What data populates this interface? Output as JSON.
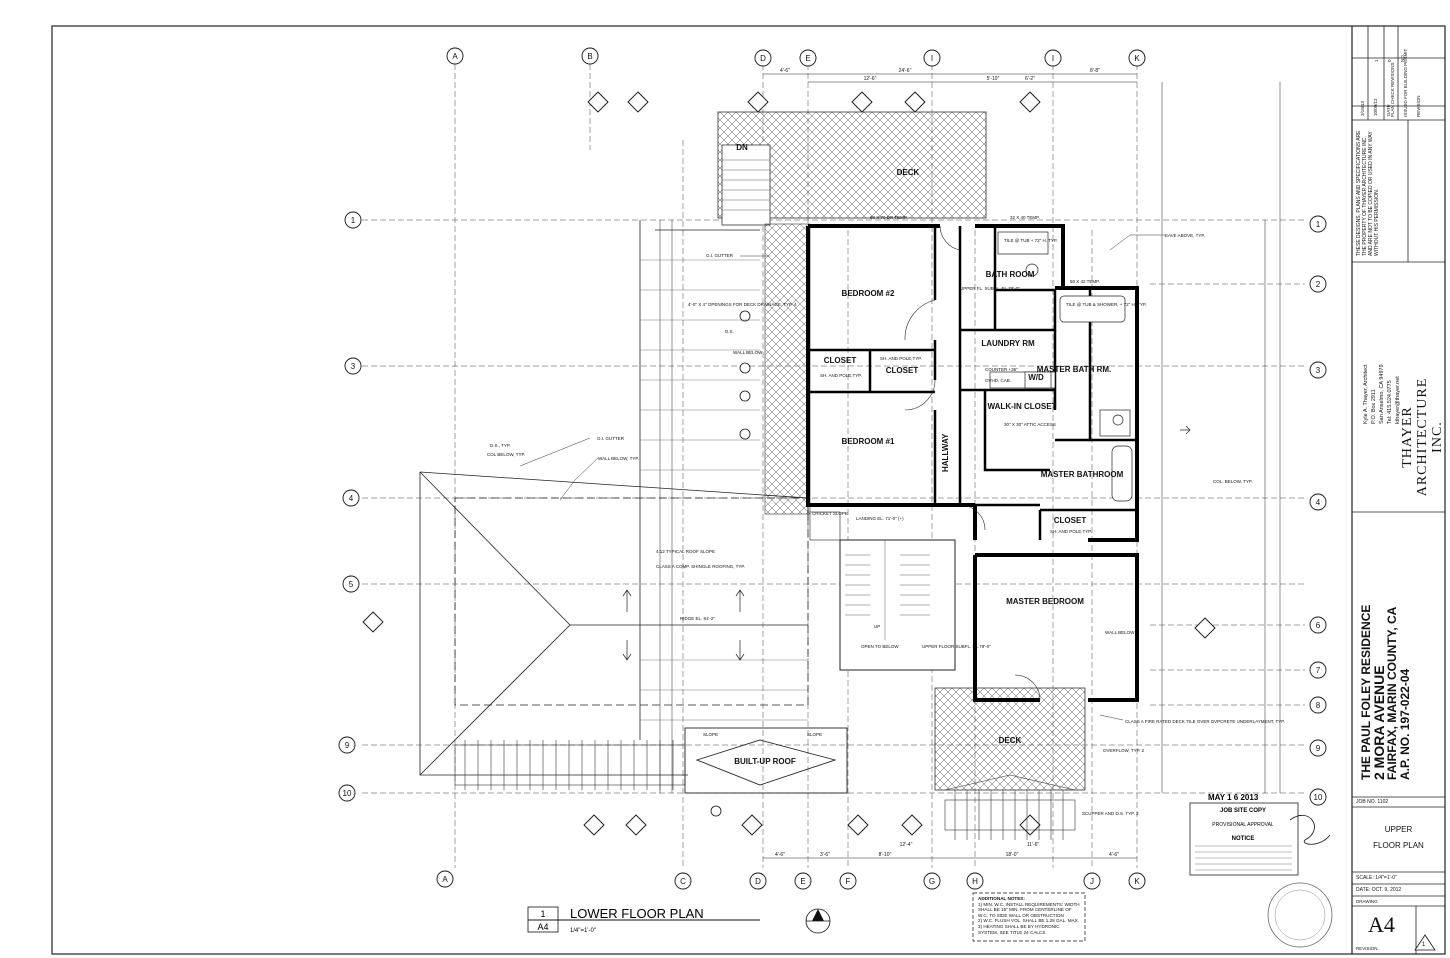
{
  "plan": {
    "grid_top": [
      "A",
      "B",
      "D",
      "E",
      "I",
      "I",
      "K"
    ],
    "grid_bottom": [
      "A",
      "C",
      "D",
      "E",
      "F",
      "G",
      "H",
      "J",
      "K"
    ],
    "grid_left": [
      "1",
      "3",
      "4",
      "5",
      "9",
      "10"
    ],
    "grid_right": [
      "1",
      "2",
      "3",
      "4",
      "6",
      "7",
      "8",
      "9",
      "10"
    ],
    "rooms": {
      "deck_top": "DECK",
      "dn": "DN",
      "bedroom2": "BEDROOM #2",
      "bedroom1": "BEDROOM #1",
      "closet_a": "CLOSET",
      "closet_b": "CLOSET",
      "hallway": "HALLWAY",
      "bath": "BATH ROOM",
      "laundry": "LAUNDRY RM",
      "master_bath_rm": "MASTER BATH RM.",
      "walk_in": "WALK-IN CLOSET",
      "master_bathroom": "MASTER BATHROOM",
      "closet_c": "CLOSET",
      "master_bedroom": "MASTER BEDROOM",
      "deck_bottom": "DECK",
      "built_up_roof": "BUILT-UP ROOF",
      "wd": "W/D"
    },
    "notes": {
      "gi_gutter1": "G.I. GUTTER",
      "openings": "4'-0\" X 4\" OPENINGS FOR DECK DRAINAGE, TYP. 4",
      "ds": "D.S.",
      "wall_below": "WALL BELOW",
      "ds_typ": "D.S., TYP.",
      "col_below": "COL BELOW, TYP.",
      "gi_gutter2": "G.I. GUTTER",
      "wall_below_typ": "WALL BELOW, TYP.",
      "roof_slope": "4:12 TYPICAL ROOF SLOPE",
      "roofing": "CLASS A COMP. SHINGLE ROOFING, TYP.",
      "ridge": "RIDGE EL. 81'-2\"",
      "eave": "EAVE ABOVE, TYP.",
      "col_below_right": "COL. BELOW, TYP.",
      "upper_fl": "UPPER FL. SUBFL. EL.79'-0\"",
      "sh_pole1": "SH. AND POLE,TYP.",
      "sh_pole2": "SH. AND POLE,TYP.",
      "sh_pole3": "SH. AND POLE,TYP.",
      "landing": "LANDING EL. 71'-0\" (+)",
      "cricket": "CRICKET SLOPE",
      "upper_floor_sub": "UPPER FLOOR SUBFL. EL.79'-0\"",
      "open_below": "OPEN TO BELOW",
      "up": "UP",
      "slope1": "SLOPE",
      "slope2": "SLOPE",
      "fire_rated": "CLASS A FIRE RATED DECK TILE OVER DVPCRETE UNDERLAYMENT, TYP.",
      "overflow": "OVERFLOW, TYP. 2",
      "scupper": "SCUPPER AND D.S. TYP. 2",
      "wall_below2": "WALL BELOW",
      "tile_tub": "TILE @ TUB + 72\" H. TYP.",
      "tile_shower": "TILE @ TUB & SHOWER, + 72\" H. TYP.",
      "temp1": "60 X 70 DR TEMP.",
      "temp2": "32 X 40 TEMP.",
      "temp3": "50 X 42 TEMP.",
      "counter": "COUNTER +36\"",
      "ovhd": "OVHD. CAB.",
      "attic": "30\" X 30\" ATTIC ACCESS",
      "dims_top": [
        "4'-6\"",
        "12'-6\"",
        "24'-6\"",
        "5'-10\"",
        "6'-2\"",
        "8'-8\""
      ],
      "dims_bottom": [
        "4'-6\"",
        "3'-6\"",
        "8'-10\"",
        "12'-4\"",
        "18'-0\"",
        "11'-6\"",
        "4'-6\""
      ]
    },
    "drawing_title_num": "1",
    "drawing_title_sheet": "A4",
    "drawing_title": "LOWER FLOOR PLAN",
    "drawing_scale": "1/4\"=1'-0\"",
    "additional_notes": [
      "ADDITIONAL NOTES:",
      "1) MIN. W.C. INSTALL REQUIREMENTS: WIDTH",
      "SHALL BE 15\" MIN. FROM CENTERLINE OF",
      "W.C. TO SIDE WALL OR OBSTRUCTION",
      "2) W.C. FLUSH VOL. SHALL BE 1.28 GAL. MAX.",
      "3) HEATING SHALL BE BY HYDRONIC",
      "SYSTEM, SEE TITLE 24 CALCS."
    ],
    "date_stamp": "MAY 1 6 2013",
    "job_site": "JOB SITE COPY",
    "job_site_sub": "PROVISIONAL APPROVAL",
    "notice": "NOTICE"
  },
  "titleblock": {
    "revisions": [
      "PLAN CHECK REVISIONS",
      "ISSUED FOR BUILDING PERMIT",
      "REVISION"
    ],
    "rev_dates": [
      "3/19/13",
      "10/09/12",
      "DATE"
    ],
    "rev_nums": [
      "1",
      "0",
      "NO."
    ],
    "rev_by": [
      "",
      "",
      "BY"
    ],
    "disclaimer": "THESE DESIGNS, PLANS AND SPECIFICATIONS ARE THE PROPERTY OF THAYER ARCHITECTURE INC. AND ARE NOT TO BE COPIED OR USED IN ANY WAY WITHOUT HIS PERMISSION.",
    "contact": [
      "Kyle A. Thayer, Architect",
      "P.O. Box 2911",
      "San Anselmo, CA 94979",
      "Tel: 415.524.0775",
      "kthayer@thayer.net"
    ],
    "firm": "THAYER ARCHITECTURE INC.",
    "project": [
      "THE PAUL FOLEY RESIDENCE",
      "2 MORA AVENUE",
      "FAIRFAX, MARIN COUNTY, CA",
      "A.P. NO. 197-022-04"
    ],
    "job_no": "JOB NO. 1102",
    "sheet_title1": "UPPER",
    "sheet_title2": "FLOOR PLAN",
    "scale": "SCALE: 1/4\"=1'-0\"",
    "date": "DATE: OCT. 9, 2012",
    "drawing_label": "DRAWING",
    "sheet_number": "A4",
    "revision_label": "REVISION",
    "revision_num": "1"
  }
}
